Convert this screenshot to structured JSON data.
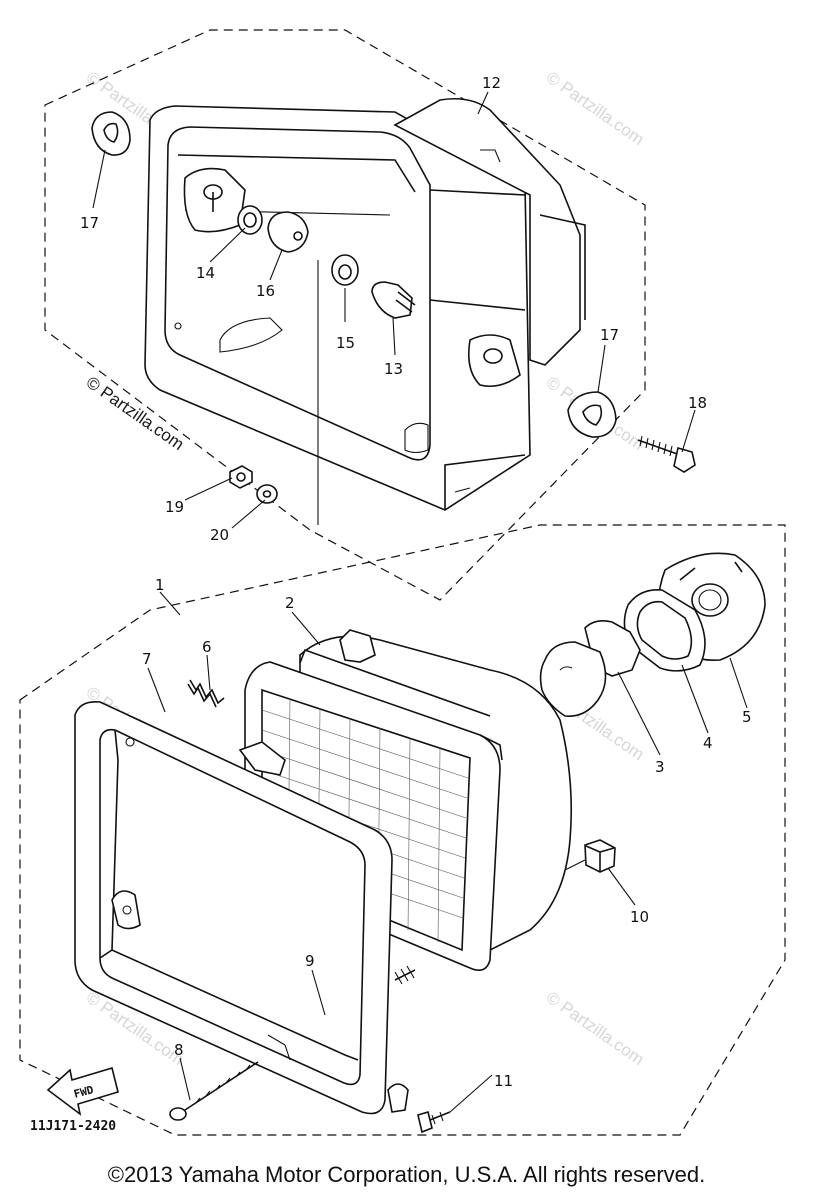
{
  "callouts": {
    "c1": "1",
    "c2": "2",
    "c3": "3",
    "c4": "4",
    "c5": "5",
    "c6": "6",
    "c7": "7",
    "c8": "8",
    "c9": "9",
    "c10": "10",
    "c11": "11",
    "c12": "12",
    "c13": "13",
    "c14": "14",
    "c15": "15",
    "c16": "16",
    "c17a": "17",
    "c17b": "17",
    "c18": "18",
    "c19": "19",
    "c20": "20"
  },
  "watermark": "© Partzilla.com",
  "diagram_code": "11J171-2420",
  "fwd_label": "FWD",
  "copyright": "©2013 Yamaha Motor Corporation, U.S.A. All rights reserved."
}
